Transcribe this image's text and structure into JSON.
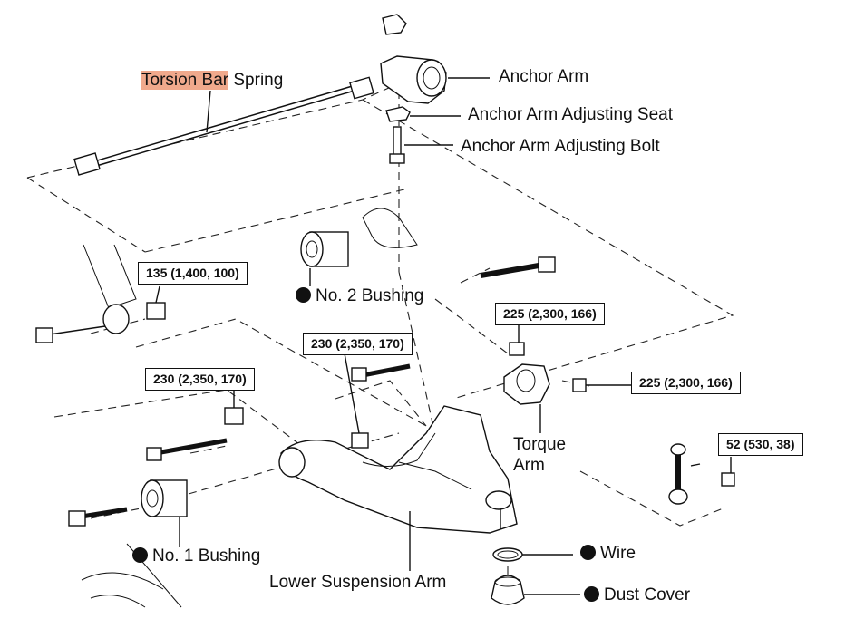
{
  "labels": {
    "torsion_bar_highlight": "Torsion Bar",
    "torsion_bar_rest": " Spring",
    "anchor_arm": "Anchor Arm",
    "anchor_arm_adjusting_seat": "Anchor Arm Adjusting Seat",
    "anchor_arm_adjusting_bolt": "Anchor Arm Adjusting Bolt",
    "no2_bushing": "No. 2 Bushing",
    "no1_bushing": "No. 1 Bushing",
    "torque_arm_line1": "Torque",
    "torque_arm_line2": "Arm",
    "lower_suspension_arm": "Lower Suspension Arm",
    "wire": "Wire",
    "dust_cover": "Dust Cover"
  },
  "torque_specs": {
    "upper_left": "135 (1,400, 100)",
    "middle": "230 (2,350, 170)",
    "left": "230 (2,350, 170)",
    "torque_arm_nut": "225 (2,300, 166)",
    "torque_arm_side": "225 (2,300, 166)",
    "stabilizer": "52 (530, 38)"
  },
  "colors": {
    "highlight": "#f0a98c",
    "ink": "#111111"
  },
  "icons": {
    "non_reusable_marker": "filled-circle"
  }
}
